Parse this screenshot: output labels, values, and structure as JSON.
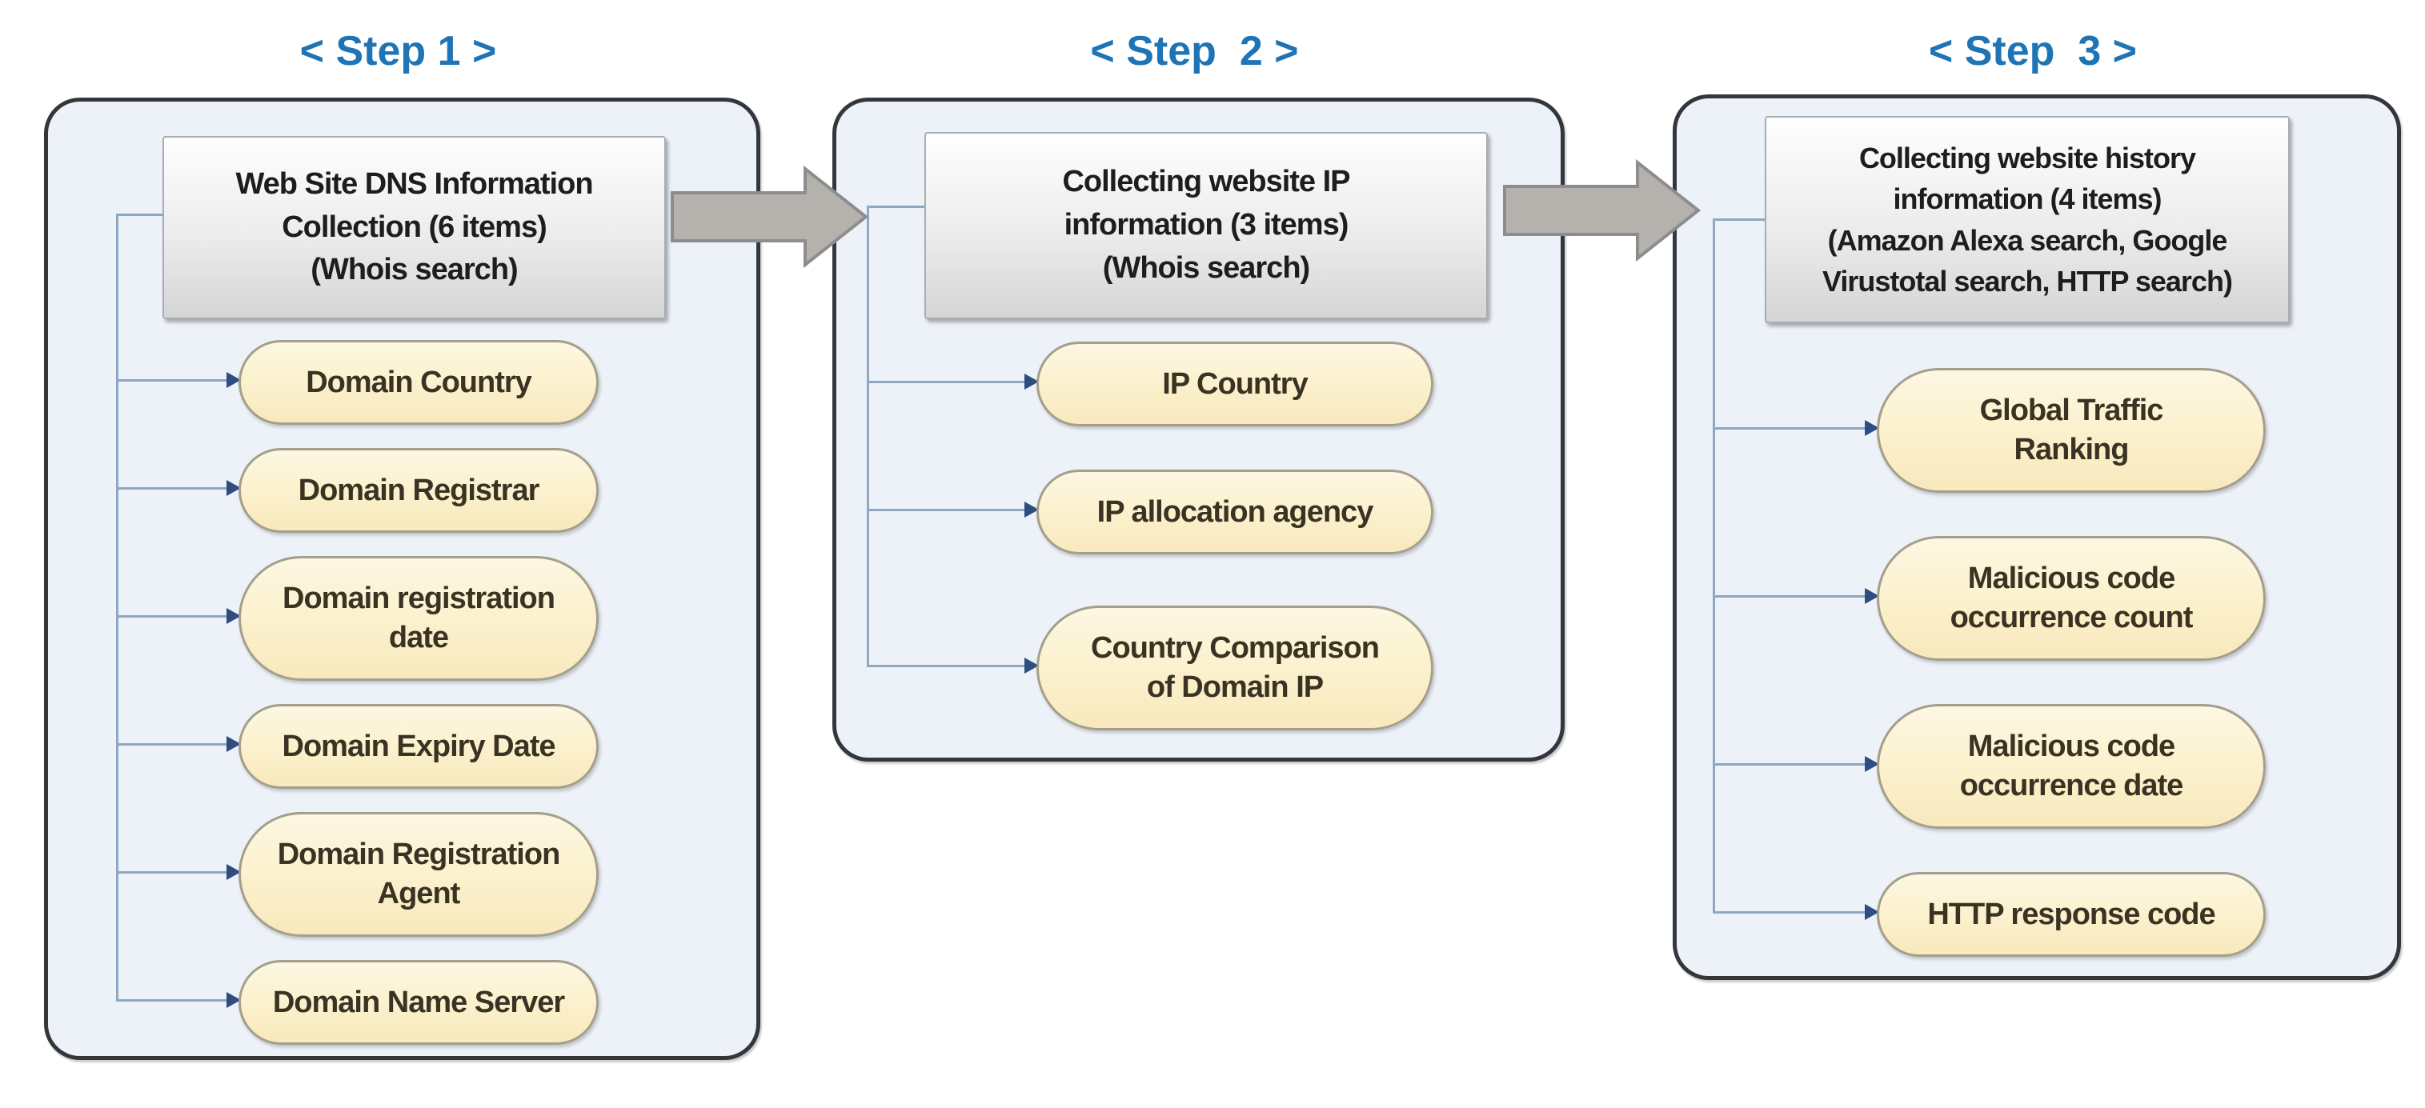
{
  "diagram": {
    "steps": [
      {
        "label": "< Step 1 >",
        "header": [
          "Web Site DNS Information",
          "Collection (6 items)",
          "(Whois search)"
        ],
        "items": [
          [
            "Domain Country"
          ],
          [
            "Domain Registrar"
          ],
          [
            "Domain registration",
            "date"
          ],
          [
            "Domain Expiry Date"
          ],
          [
            "Domain Registration",
            "Agent"
          ],
          [
            "Domain Name Server"
          ]
        ]
      },
      {
        "label": "< Step  2 >",
        "header": [
          "Collecting website IP",
          "information (3 items)",
          "(Whois search)"
        ],
        "items": [
          [
            "IP Country"
          ],
          [
            "IP allocation agency"
          ],
          [
            "Country Comparison",
            "of Domain IP"
          ]
        ]
      },
      {
        "label": "< Step  3 >",
        "header": [
          "Collecting website history",
          "information (4 items)",
          "(Amazon Alexa search, Google",
          "Virustotal search, HTTP search)"
        ],
        "items": [
          [
            "Global Traffic",
            "Ranking"
          ],
          [
            "Malicious code",
            "occurrence count"
          ],
          [
            "Malicious code",
            "occurrence date"
          ],
          [
            "HTTP response code"
          ]
        ]
      }
    ],
    "colors": {
      "step_label": "#1e74b5",
      "panel_fill": "#edf2f9",
      "panel_border": "#33373c",
      "header_fill_top": "#fefefe",
      "header_fill_bottom": "#d5d5d5",
      "pill_fill": "#fcf2cf",
      "pill_border": "#a49f8b",
      "connector_line": "#8ea8c4",
      "connector_arrowhead": "#2d4e7f",
      "flow_arrow_fill": "#b5b2ae",
      "flow_arrow_border": "#8d8d8d"
    }
  }
}
